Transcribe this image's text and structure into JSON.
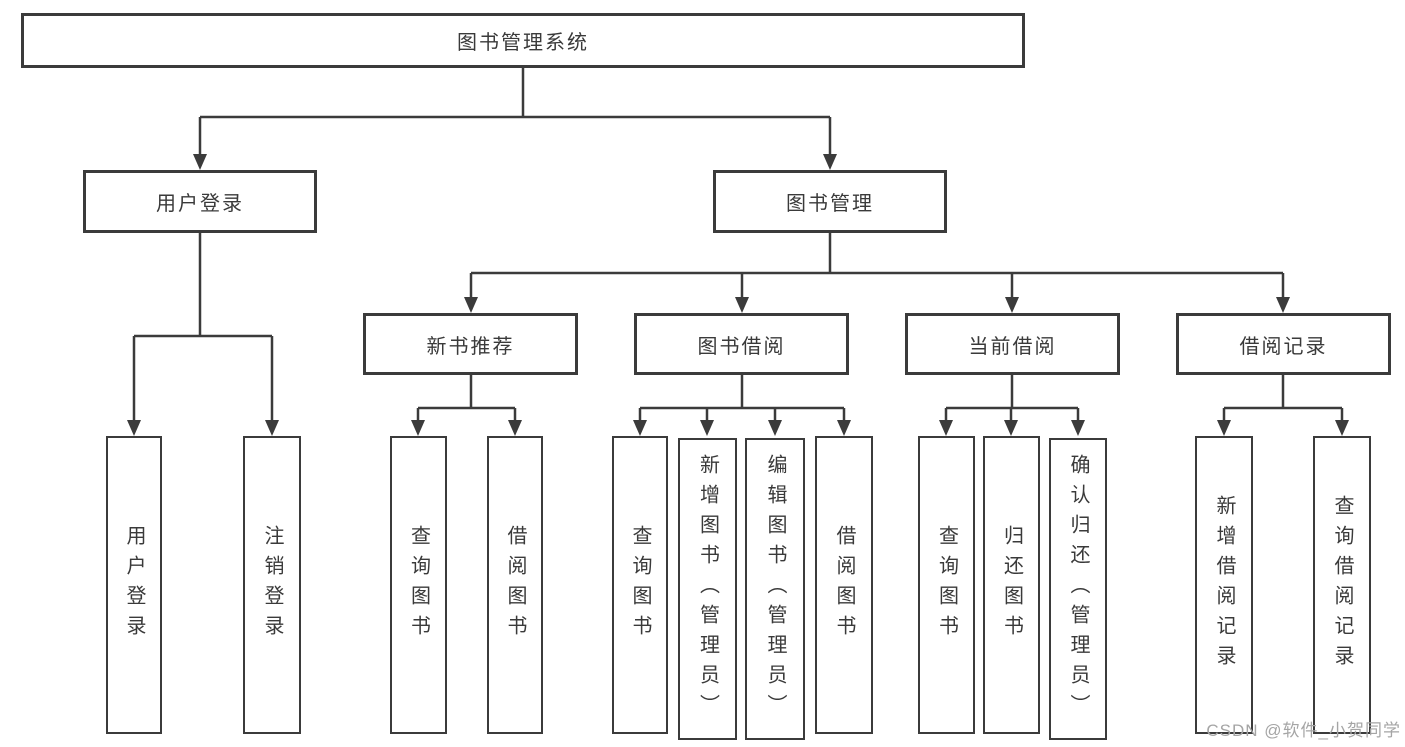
{
  "diagram": {
    "root": {
      "label": "图书管理系统"
    },
    "level2": [
      {
        "label": "用户登录"
      },
      {
        "label": "图书管理"
      }
    ],
    "level3": [
      {
        "label": "新书推荐"
      },
      {
        "label": "图书借阅"
      },
      {
        "label": "当前借阅"
      },
      {
        "label": "借阅记录"
      }
    ],
    "leaves": [
      {
        "label": "用户登录"
      },
      {
        "label": "注销登录"
      },
      {
        "label": "查询图书"
      },
      {
        "label": "借阅图书"
      },
      {
        "label": "查询图书"
      },
      {
        "label": "新增图书（管理员）"
      },
      {
        "label": "编辑图书（管理员）"
      },
      {
        "label": "借阅图书"
      },
      {
        "label": "查询图书"
      },
      {
        "label": "归还图书"
      },
      {
        "label": "确认归还（管理员）"
      },
      {
        "label": "新增借阅记录"
      },
      {
        "label": "查询借阅记录"
      }
    ],
    "watermark": "CSDN @软件_小贺同学",
    "colors": {
      "line": "#3b3b3b",
      "text": "#3a3a3a",
      "watermark": "#a5a5a5",
      "background": "#ffffff"
    }
  }
}
